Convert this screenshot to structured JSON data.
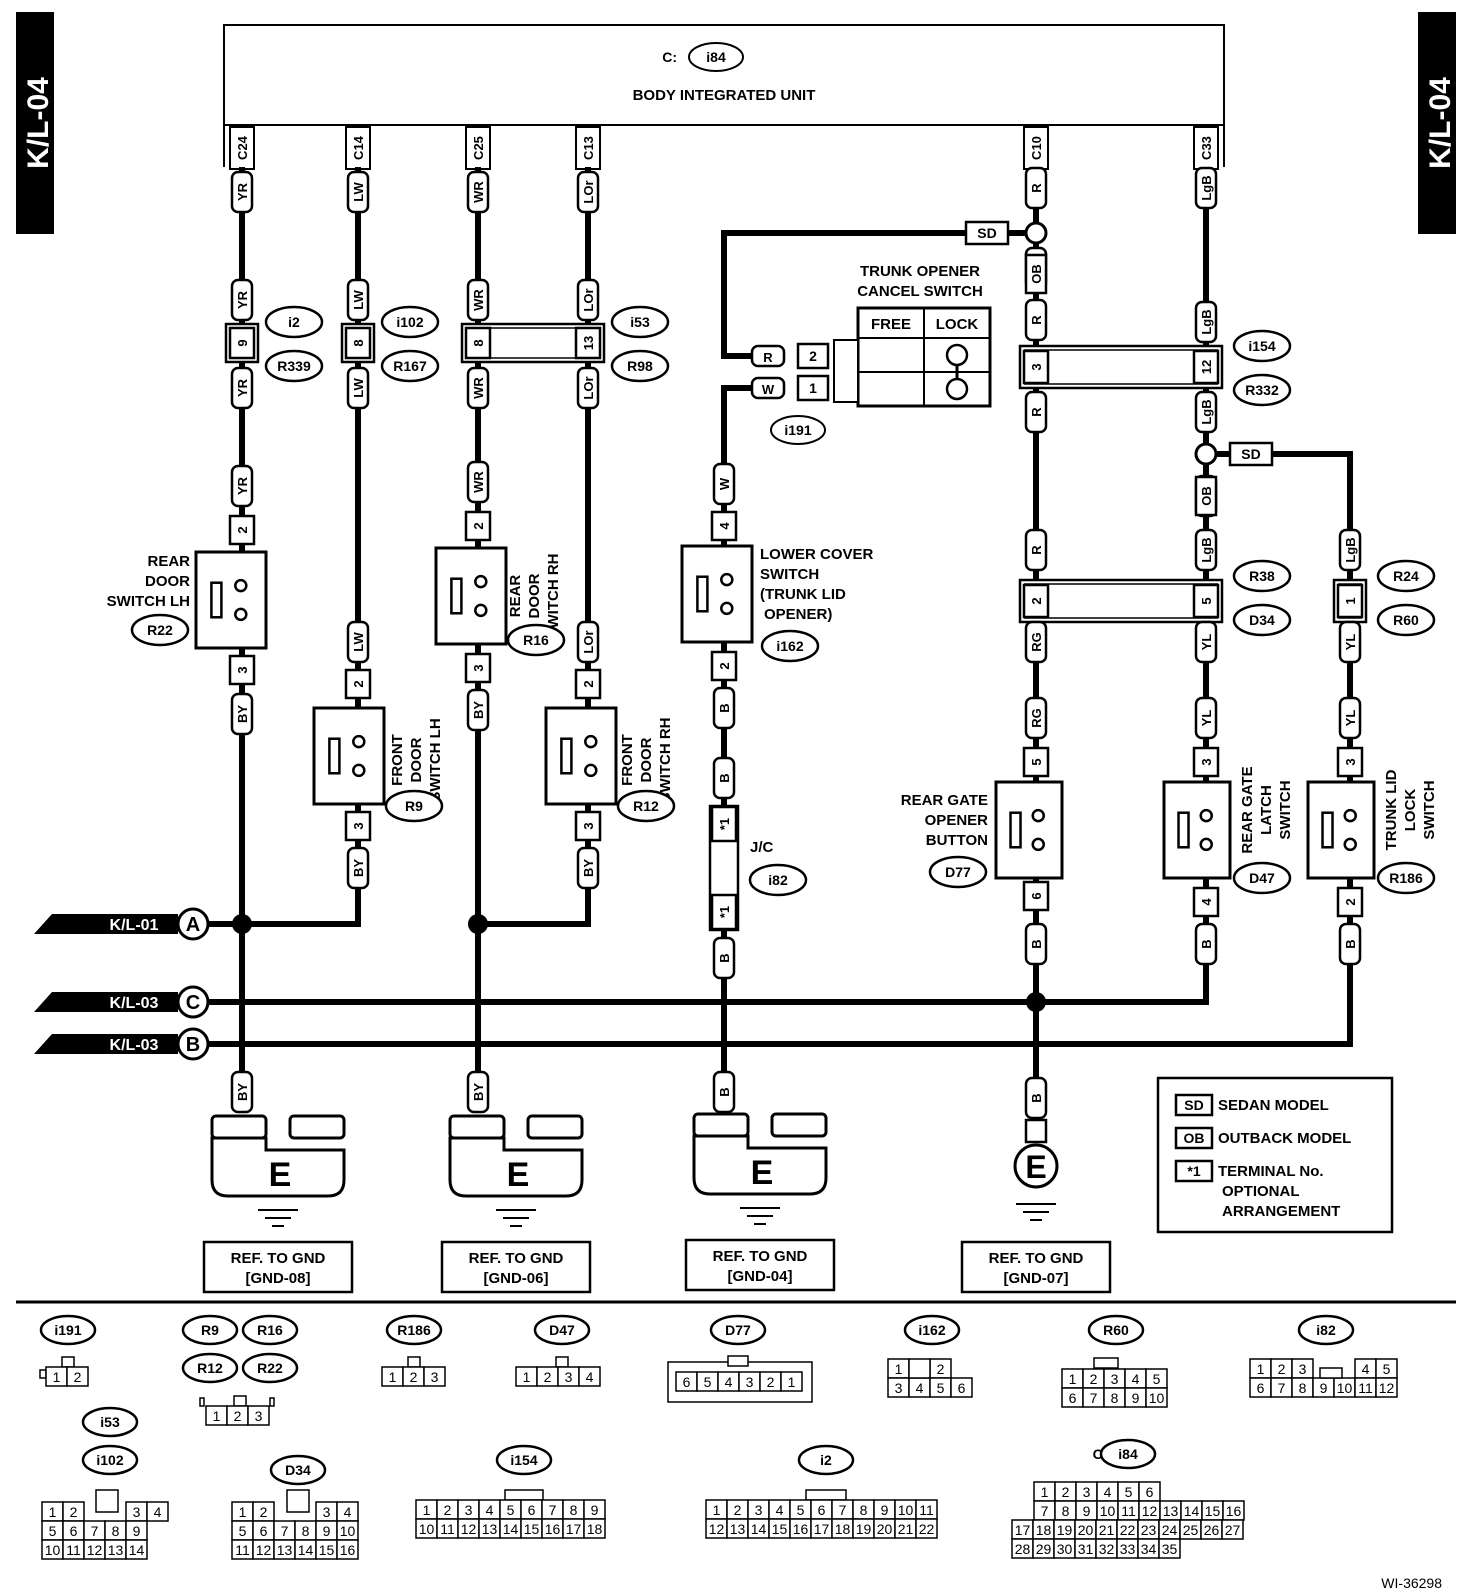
{
  "page_tag": "K/L-04",
  "figure_id": "WI-36298",
  "unit": {
    "prefix": "C:",
    "connector": "i84",
    "title": "BODY INTEGRATED UNIT"
  },
  "unit_pins": [
    "C24",
    "C14",
    "C25",
    "C13",
    "C10",
    "C33"
  ],
  "wires": {
    "c24": [
      "YR",
      "YR",
      "YR",
      "YR",
      "BY",
      "BY"
    ],
    "c14": [
      "LW",
      "LW",
      "LW",
      "LW",
      "BY"
    ],
    "c25": [
      "WR",
      "WR",
      "WR",
      "WR",
      "BY",
      "BY"
    ],
    "c13": [
      "LOr",
      "LOr",
      "LOr",
      "LOr",
      "BY"
    ],
    "c10": [
      "R",
      "OB",
      "R",
      "R",
      "R",
      "RG",
      "RG",
      "B",
      "B"
    ],
    "c33": [
      "LgB",
      "LgB",
      "LgB",
      "OB",
      "LgB",
      "YL",
      "YL",
      "B"
    ],
    "lock": [
      "LgB",
      "YL",
      "YL",
      "B"
    ],
    "trunk": [
      "W",
      "B",
      "B",
      "B",
      "B"
    ],
    "sw": [
      "R",
      "W"
    ]
  },
  "conn_pins": {
    "i2": "9",
    "i102": "8",
    "i53": "8",
    "i53b": "13",
    "i154a": "3",
    "i154b": "12",
    "r22a": "2",
    "r22b": "3",
    "r9a": "2",
    "r9b": "3",
    "r16a": "2",
    "r16b": "3",
    "r12a": "2",
    "r12b": "3",
    "i162a": "4",
    "i162b": "2",
    "i191a": "2",
    "i191b": "1",
    "r38a": "2",
    "r38b": "5",
    "r24": "1",
    "d77a": "5",
    "d77b": "6",
    "d47a": "3",
    "d47b": "4",
    "r186a": "3",
    "r186b": "2",
    "jc1": "*1",
    "jc2": "*1"
  },
  "connectors": {
    "i2": "i2",
    "r339": "R339",
    "i102": "i102",
    "r167": "R167",
    "i53": "i53",
    "r98": "R98",
    "i154": "i154",
    "r332": "R332",
    "r22": "R22",
    "r9": "R9",
    "r16": "R16",
    "r12": "R12",
    "i162": "i162",
    "i191": "i191",
    "i82": "i82",
    "r38": "R38",
    "d34": "D34",
    "r24": "R24",
    "r60": "R60",
    "d77": "D77",
    "d47": "D47",
    "r186": "R186"
  },
  "components": {
    "rear_door_lh": [
      "REAR",
      "DOOR",
      "SWITCH LH"
    ],
    "rear_door_rh": [
      "REAR",
      "DOOR",
      "SWITCH RH"
    ],
    "front_door_lh": [
      "FRONT",
      "DOOR",
      "SWITCH LH"
    ],
    "front_door_rh": [
      "FRONT",
      "DOOR",
      "SWITCH RH"
    ],
    "lower_cover": [
      "LOWER COVER",
      "SWITCH",
      "(TRUNK LID",
      "OPENER)"
    ],
    "trunk_cancel": [
      "TRUNK OPENER",
      "CANCEL SWITCH"
    ],
    "trunk_cancel_cols": [
      "FREE",
      "LOCK"
    ],
    "rear_gate_opener": [
      "REAR GATE",
      "OPENER",
      "BUTTON"
    ],
    "rear_gate_latch": [
      "REAR GATE",
      "LATCH",
      "SWITCH"
    ],
    "trunk_lid_lock": [
      "TRUNK LID",
      "LOCK",
      "SWITCH"
    ],
    "jc": "J/C"
  },
  "model_tags": {
    "sd": "SD",
    "ob": "OB"
  },
  "links": [
    {
      "label": "K/L-01",
      "letter": "A"
    },
    {
      "label": "K/L-03",
      "letter": "C"
    },
    {
      "label": "K/L-03",
      "letter": "B"
    }
  ],
  "grounds": [
    {
      "mark": "E",
      "ref": "REF. TO GND",
      "code": "[GND-08]"
    },
    {
      "mark": "E",
      "ref": "REF. TO GND",
      "code": "[GND-06]"
    },
    {
      "mark": "E",
      "ref": "REF. TO GND",
      "code": "[GND-04]"
    },
    {
      "mark": "E",
      "ref": "REF. TO GND",
      "code": "[GND-07]"
    }
  ],
  "legend": [
    {
      "tag": "SD",
      "text": [
        "SEDAN MODEL"
      ]
    },
    {
      "tag": "OB",
      "text": [
        "OUTBACK MODEL"
      ]
    },
    {
      "tag": "*1",
      "text": [
        "TERMINAL No.",
        "OPTIONAL",
        "ARRANGEMENT"
      ]
    }
  ],
  "connector_views": [
    {
      "labels": [
        "i191"
      ],
      "rows": [
        [
          "1",
          "2"
        ]
      ]
    },
    {
      "labels": [
        "R9",
        "R16",
        "R12",
        "R22"
      ],
      "rows": [
        [
          "1",
          "2",
          "3"
        ]
      ]
    },
    {
      "labels": [
        "R186"
      ],
      "rows": [
        [
          "1",
          "2",
          "3"
        ]
      ]
    },
    {
      "labels": [
        "D47"
      ],
      "rows": [
        [
          "1",
          "2",
          "3",
          "4"
        ]
      ]
    },
    {
      "labels": [
        "D77"
      ],
      "rows": [
        [
          "6",
          "5",
          "4",
          "3",
          "2",
          "1"
        ]
      ]
    },
    {
      "labels": [
        "i162"
      ],
      "rows": [
        [
          "1",
          "",
          "2"
        ],
        [
          "3",
          "4",
          "5",
          "6"
        ]
      ]
    },
    {
      "labels": [
        "R60"
      ],
      "rows": [
        [
          "1",
          "2",
          "3",
          "4",
          "5"
        ],
        [
          "6",
          "7",
          "8",
          "9",
          "10"
        ]
      ]
    },
    {
      "labels": [
        "i82"
      ],
      "rows": [
        [
          "1",
          "2",
          "3",
          "",
          "4",
          "5"
        ],
        [
          "6",
          "7",
          "8",
          "9",
          "10",
          "11",
          "12"
        ]
      ]
    },
    {
      "labels": [
        "i53",
        "i102"
      ],
      "rows": [
        [
          "1",
          "2",
          "",
          "3",
          "4"
        ],
        [
          "5",
          "6",
          "7",
          "8",
          "9"
        ],
        [
          "10",
          "11",
          "12",
          "13",
          "14"
        ]
      ]
    },
    {
      "labels": [
        "D34"
      ],
      "rows": [
        [
          "1",
          "2",
          "",
          "3",
          "4"
        ],
        [
          "5",
          "6",
          "7",
          "8",
          "9",
          "10"
        ],
        [
          "11",
          "12",
          "13",
          "14",
          "15",
          "16"
        ]
      ]
    },
    {
      "labels": [
        "i154"
      ],
      "rows": [
        [
          "1",
          "2",
          "3",
          "4",
          "5",
          "6",
          "7",
          "8",
          "9"
        ],
        [
          "10",
          "11",
          "12",
          "13",
          "14",
          "15",
          "16",
          "17",
          "18"
        ]
      ]
    },
    {
      "labels": [
        "i2"
      ],
      "rows": [
        [
          "1",
          "2",
          "3",
          "4",
          "5",
          "6",
          "7",
          "8",
          "9",
          "10",
          "11"
        ],
        [
          "12",
          "13",
          "14",
          "15",
          "16",
          "17",
          "18",
          "19",
          "20",
          "21",
          "22"
        ]
      ]
    },
    {
      "prefix": "C:",
      "labels": [
        "i84"
      ],
      "rows": [
        [
          "1",
          "2",
          "3",
          "4",
          "5",
          "6"
        ],
        [
          "7",
          "8",
          "9",
          "10",
          "11",
          "12",
          "13",
          "14",
          "15",
          "16"
        ],
        [
          "17",
          "18",
          "19",
          "20",
          "21",
          "22",
          "23",
          "24",
          "25",
          "26",
          "27"
        ],
        [
          "28",
          "29",
          "30",
          "31",
          "32",
          "33",
          "34",
          "35"
        ]
      ]
    }
  ]
}
